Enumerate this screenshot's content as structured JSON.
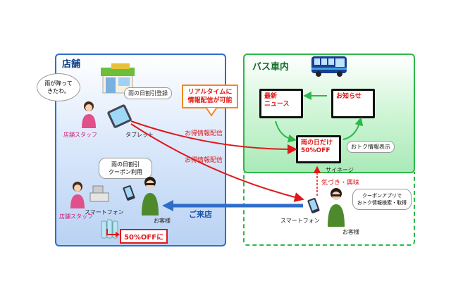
{
  "store": {
    "title": "店舗",
    "customer_bubble": "雨が降って\nきたわ。",
    "register_bubble": "雨の日割引登録",
    "staff_label_top": "店舗スタッフ",
    "tablet_label": "タブレット",
    "coupon_bubble": "雨の日割引\nクーポン利用",
    "staff_label_bottom": "店舗スタッフ",
    "smartphone_label": "スマートフォン",
    "customer_label": "お客様",
    "discount_badge": "50%OFFに"
  },
  "bus": {
    "title": "バス車内",
    "screen_news": "最新\nニュース",
    "screen_notice": "お知らせ",
    "screen_rain": "雨の日だけ\n50%OFF",
    "deal_bubble": "おトク情報表示",
    "signage_label": "サイネージ",
    "awareness_label": "気づき・興味",
    "app_bubble": "クーポンアプリで\nおトク情報検索・取得",
    "smartphone_label": "スマートフォン",
    "customer_label": "お客様"
  },
  "middle": {
    "realtime_callout": "リアルタイムに\n情報配信が可能",
    "deal_delivery_1": "お得情報配信",
    "deal_delivery_2": "お得情報配信",
    "visit_label": "ご来店"
  },
  "colors": {
    "store_border": "#2f6ec7",
    "bus_border": "#2db84b",
    "arrow_red": "#e01818",
    "arrow_blue": "#2f6ec7",
    "callout_orange": "#f08a24",
    "staff_pink": "#d0207a"
  }
}
